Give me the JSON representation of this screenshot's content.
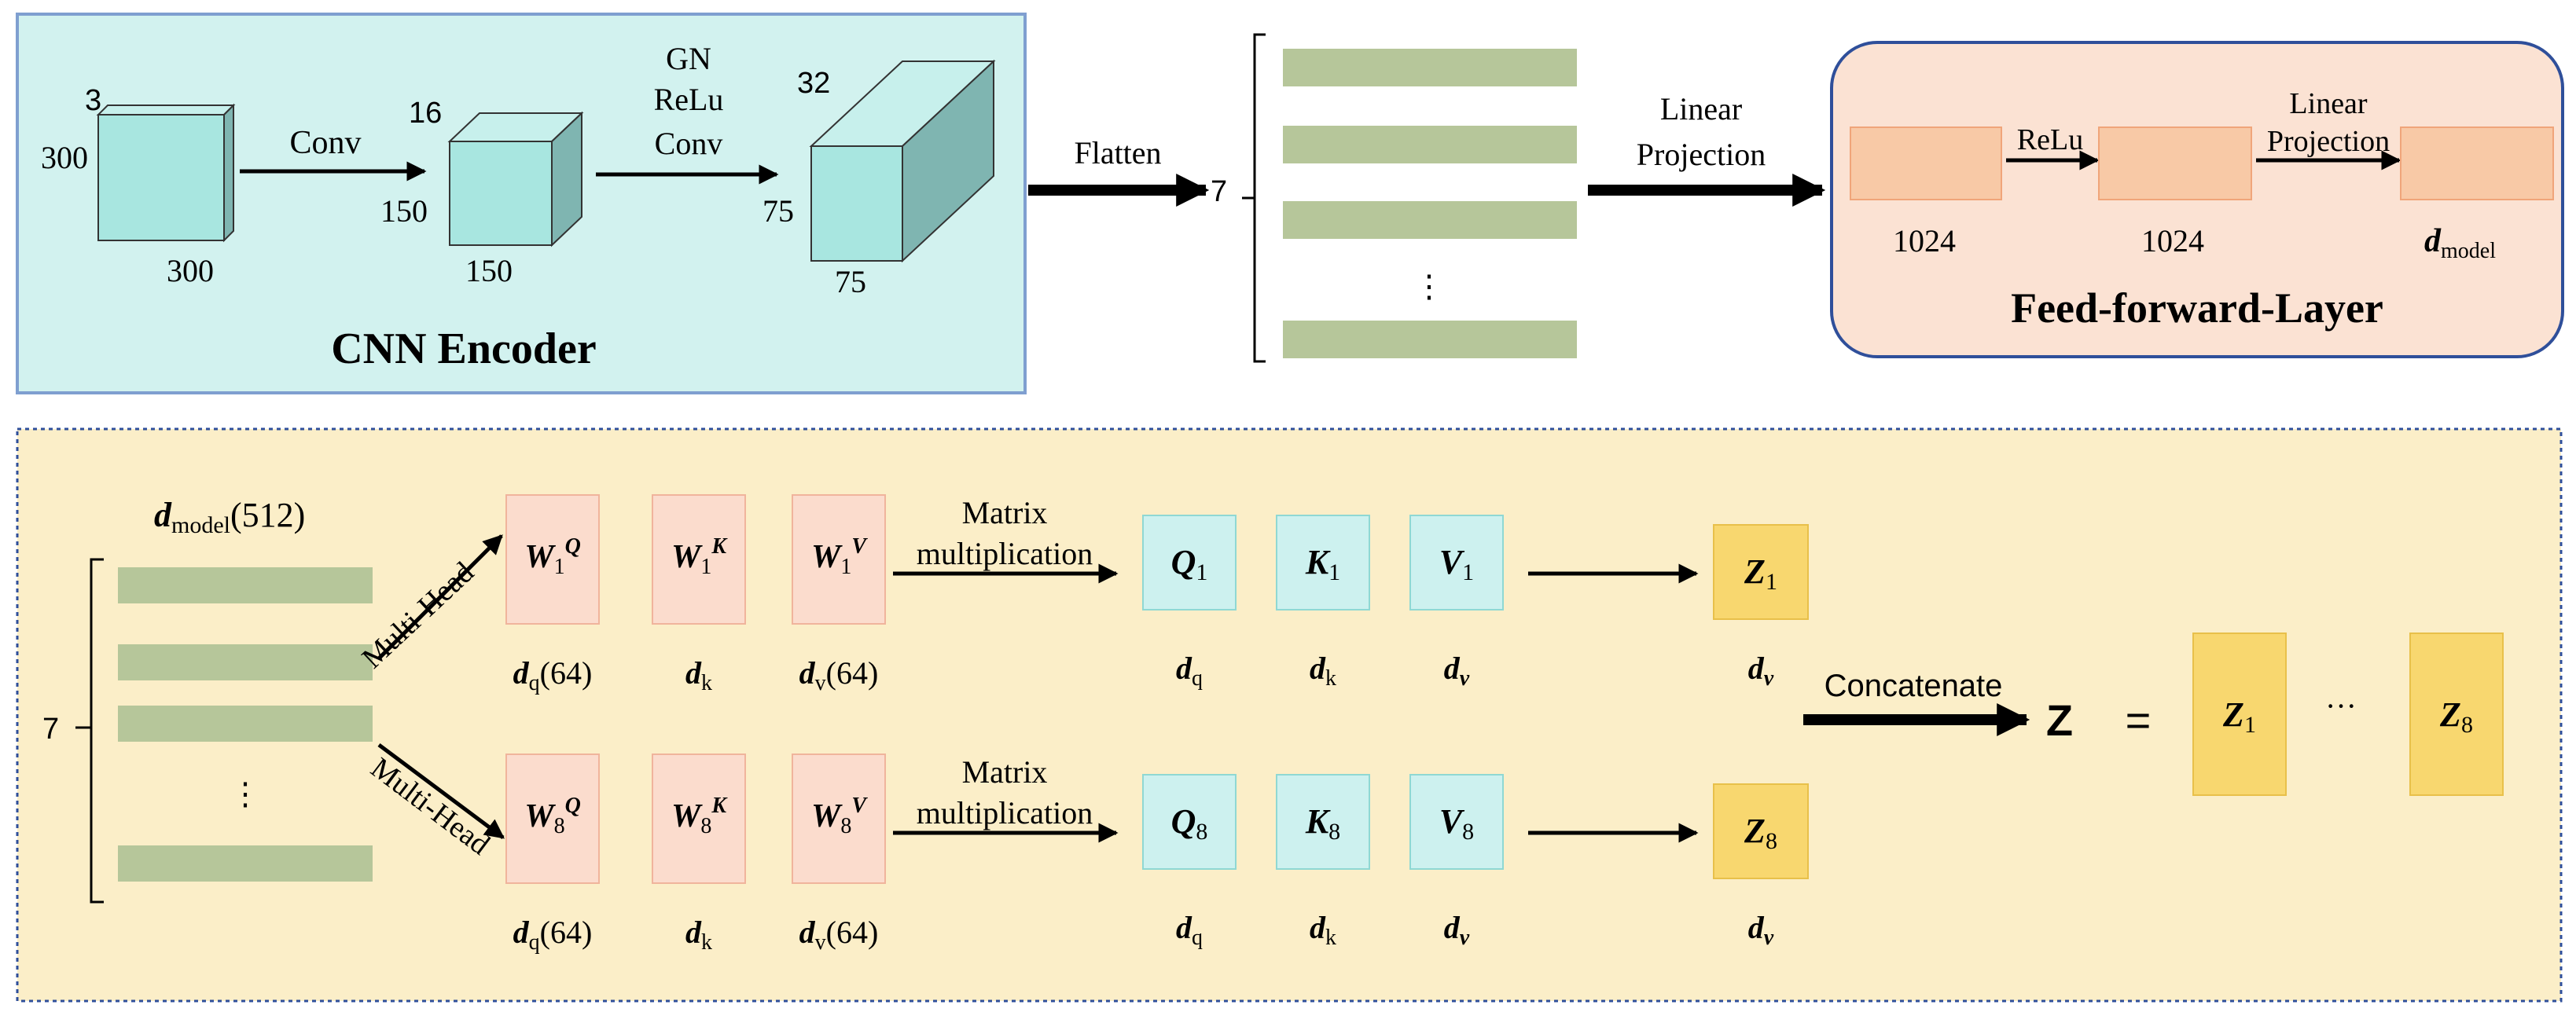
{
  "colors": {
    "cnn_bg": "#d2f2ef",
    "cnn_border": "#7f9fd0",
    "cube_front": "#a8e6e0",
    "cube_top": "#c7f0ec",
    "cube_side": "#7fb5b1",
    "token_bar": "#b6c69a",
    "ff_bg": "#fbe2d3",
    "ff_border": "#2f4f9a",
    "ff_box": "#f8c9a6",
    "attn_bg": "#fbeec8",
    "attn_border": "#2f4f9a",
    "w_box": "#fbdccd",
    "qkv_box": "#cdf1ef",
    "z_box": "#f8d76f"
  },
  "cnn": {
    "title": "CNN Encoder",
    "cube1": {
      "channels": "3",
      "height": "300",
      "width": "300"
    },
    "conv1": "Conv",
    "cube2": {
      "channels": "16",
      "height": "150",
      "width": "150"
    },
    "conv2_lines": [
      "GN",
      "ReLu",
      "Conv"
    ],
    "cube3": {
      "channels": "32",
      "height": "75",
      "width": "75"
    }
  },
  "flatten": {
    "label": "Flatten",
    "count": "7",
    "dots": "⋮"
  },
  "linear_projection": [
    "Linear",
    "Projection"
  ],
  "ff": {
    "title": "Feed-forward-Layer",
    "relu": "ReLu",
    "proj_lines": [
      "Linear",
      "Projection"
    ],
    "dim1": "1024",
    "dim2": "1024",
    "dim3_main": "d",
    "dim3_sub": "model"
  },
  "attn": {
    "dmodel_main": "d",
    "dmodel_sub": "model",
    "dmodel_val": "(512)",
    "count": "7",
    "dots": "⋮",
    "multihead": "Multi-Head",
    "matrix_lines": [
      "Matrix",
      "multiplication"
    ],
    "concat": "Concatenate",
    "Z": "Z",
    "equals": "=",
    "ellipsis": "···",
    "rows": [
      {
        "idx": "1",
        "w": [
          {
            "main": "W",
            "sup": "Q"
          },
          {
            "main": "W",
            "sup": "K"
          },
          {
            "main": "W",
            "sup": "V"
          }
        ],
        "w_labels": [
          {
            "main": "d",
            "sub": "q",
            "tail": "(64)"
          },
          {
            "main": "d",
            "sub": "k",
            "tail": ""
          },
          {
            "main": "d",
            "sub": "v",
            "tail": "(64)"
          }
        ],
        "qkv": [
          "Q",
          "K",
          "V"
        ],
        "qkv_labels": [
          {
            "main": "d",
            "sub": "q"
          },
          {
            "main": "d",
            "sub": "k"
          },
          {
            "main": "d",
            "sub": "v"
          }
        ],
        "z": "Z",
        "z_label": {
          "main": "d",
          "sub": "v"
        }
      },
      {
        "idx": "8",
        "w": [
          {
            "main": "W",
            "sup": "Q"
          },
          {
            "main": "W",
            "sup": "K"
          },
          {
            "main": "W",
            "sup": "V"
          }
        ],
        "w_labels": [
          {
            "main": "d",
            "sub": "q",
            "tail": "(64)"
          },
          {
            "main": "d",
            "sub": "k",
            "tail": ""
          },
          {
            "main": "d",
            "sub": "v",
            "tail": "(64)"
          }
        ],
        "qkv": [
          "Q",
          "K",
          "V"
        ],
        "qkv_labels": [
          {
            "main": "d",
            "sub": "q"
          },
          {
            "main": "d",
            "sub": "k"
          },
          {
            "main": "d",
            "sub": "v"
          }
        ],
        "z": "Z",
        "z_label": {
          "main": "d",
          "sub": "v"
        }
      }
    ],
    "zfinal": [
      {
        "main": "Z",
        "sub": "1"
      },
      {
        "main": "Z",
        "sub": "8"
      }
    ]
  }
}
